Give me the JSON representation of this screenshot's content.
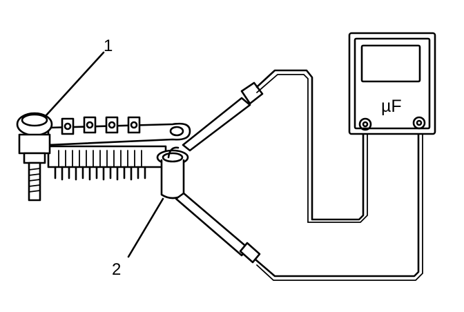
{
  "callouts": [
    {
      "id": "1",
      "text": "1"
    },
    {
      "id": "2",
      "text": "2"
    }
  ],
  "meter": {
    "unit_label": "µF"
  },
  "colors": {
    "ink": "#000000",
    "paper": "#ffffff"
  }
}
